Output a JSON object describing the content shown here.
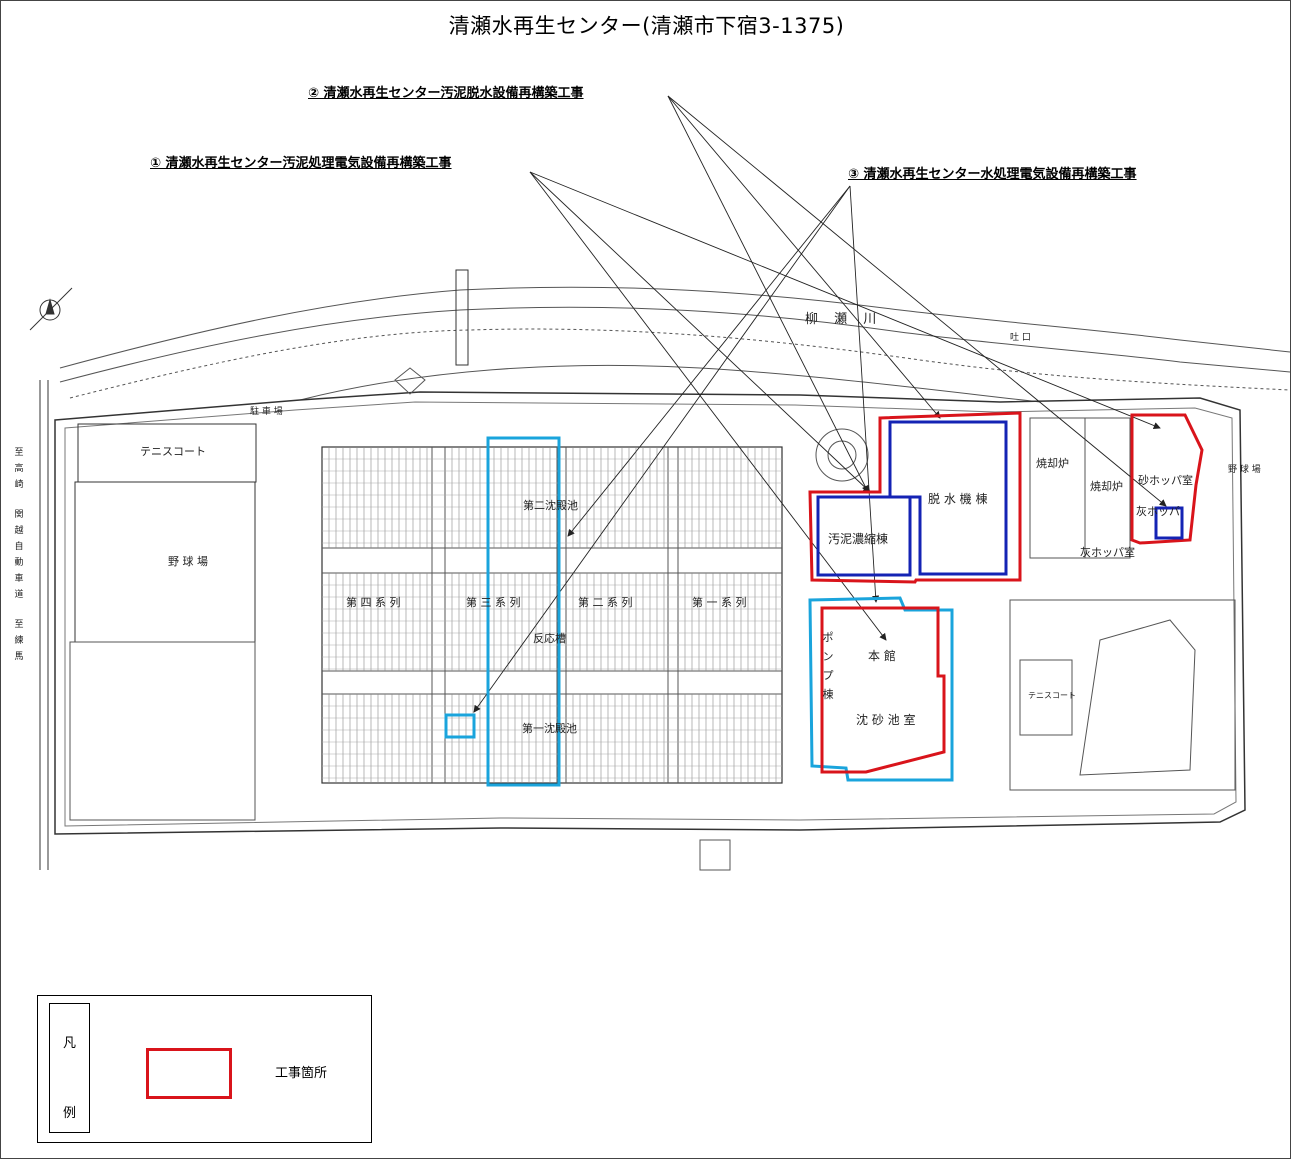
{
  "title": "清瀬水再生センター(清瀬市下宿3-1375)",
  "projects": {
    "p1": "① 清瀬水再生センター汚泥処理電気設備再構築工事",
    "p2": "② 清瀬水再生センター汚泥脱水設備再構築工事",
    "p3": "③ 清瀬水再生センター水処理電気設備再構築工事"
  },
  "labels": {
    "river": "柳 瀬 川",
    "tennis_court_west": "テニスコート",
    "baseball": "野 球 場",
    "parking": "駐 車 場",
    "series4": "第 四 系 列",
    "series3": "第 三 系 列",
    "series2": "第 二 系 列",
    "series1": "第 一 系 列",
    "second_settling": "第二沈殿池",
    "reaction_tank": "反応槽",
    "first_settling": "第一沈殿池",
    "sludge_thickening": "汚泥濃縮棟",
    "dewatering": "脱 水 機 棟",
    "incinerator1": "焼却炉",
    "incinerator2": "焼却炉",
    "sand_hopper": "砂ホッパ室",
    "ash_hopper_small": "灰ホッパ",
    "ash_hopper_room": "灰ホッパ室",
    "main_building": "本 館",
    "grit_chamber": "沈 砂 池 室",
    "pump_building": "ポンプ棟",
    "tennis_court_east": "テニスコート",
    "road_vertical": "至高崎|関越自動車道|至練馬",
    "outfall": "吐 口",
    "field": "野 球 場"
  },
  "legend": {
    "col_top": "凡",
    "col_bottom": "例",
    "item_label": "工事箇所"
  },
  "colors": {
    "construction_red": "#d9141b",
    "project_blue": "#1423b4",
    "project_cyan": "#1aa4dc"
  }
}
